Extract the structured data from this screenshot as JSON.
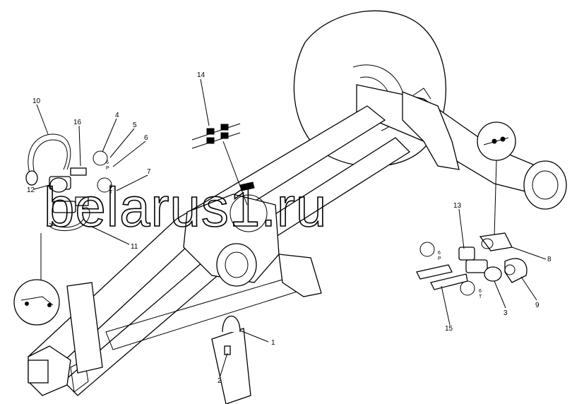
{
  "watermark": "belarus1.ru",
  "callouts": [
    "1",
    "2",
    "3",
    "4",
    "5",
    "6",
    "7",
    "8",
    "9",
    "10",
    "11",
    "12",
    "13",
    "14",
    "15",
    "16"
  ],
  "marks": {
    "b6": "6",
    "bP": "P",
    "b6b": "6",
    "bT": "T",
    "r6": "6",
    "rP": "P",
    "r6b": "6",
    "rT": "T"
  }
}
